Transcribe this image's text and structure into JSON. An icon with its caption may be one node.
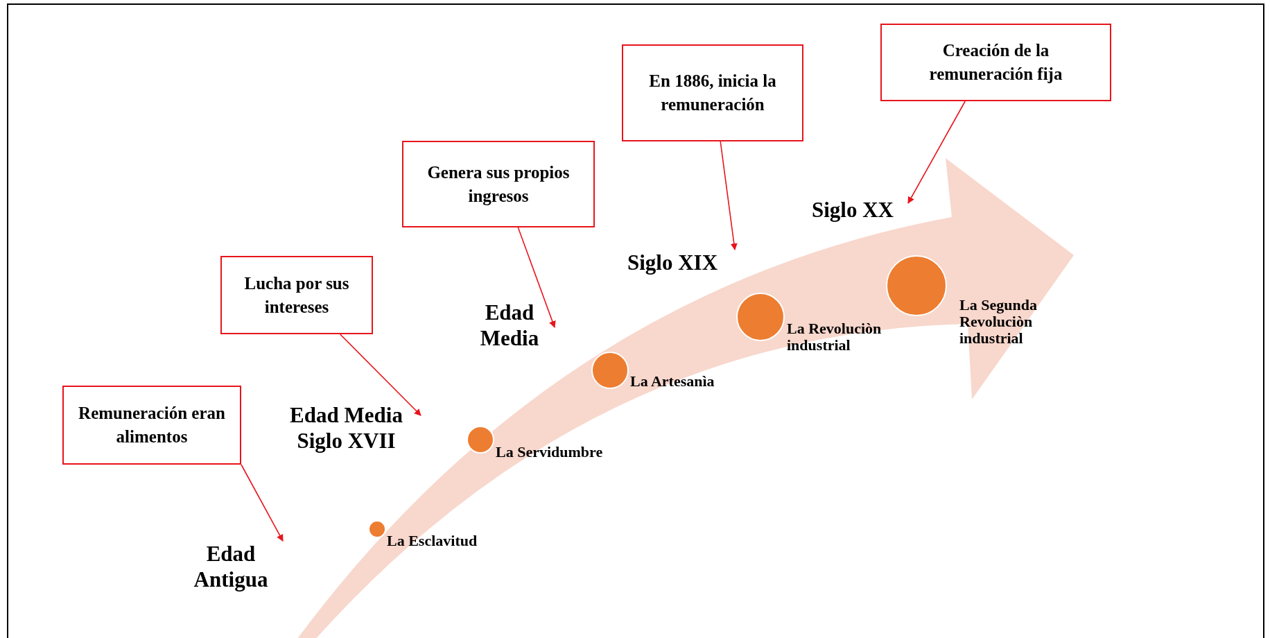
{
  "diagram": {
    "nodes": [
      {
        "text": [
          "Remuneración eran alimentos"
        ]
      },
      {
        "text": [
          "Lucha por sus intereses"
        ]
      },
      {
        "text": [
          "Genera sus propios ingresos"
        ]
      },
      {
        "text": [
          "En 1886, inicia la remuneración"
        ]
      },
      {
        "text": [
          "Creación de la remuneración fija"
        ]
      },
      {
        "text": [
          "Edad Antigua"
        ]
      },
      {
        "text": [
          "Edad Media Siglo XVII"
        ]
      },
      {
        "text": [
          "Edad Media"
        ]
      },
      {
        "text": [
          "Siglo XIX"
        ]
      },
      {
        "text": [
          "Siglo XX"
        ]
      },
      {
        "text": [],
        "shape": "circle",
        "beside": [
          "La Esclavitud"
        ]
      },
      {
        "text": [],
        "shape": "circle",
        "beside": [
          "La Servidumbre"
        ]
      },
      {
        "text": [],
        "shape": "circle",
        "beside": [
          "La Artesanìa"
        ]
      },
      {
        "text": [],
        "shape": "circle",
        "beside": [
          "La Revoluciòn industrial"
        ]
      },
      {
        "text": [],
        "shape": "circle",
        "beside": [
          "La Segunda Revoluciòn industrial"
        ]
      }
    ],
    "edges": [
      {
        "from": 0,
        "to": 5,
        "arrow": "to"
      },
      {
        "from": 1,
        "to": 6,
        "arrow": "to"
      },
      {
        "from": 2,
        "to": 7,
        "arrow": "to"
      },
      {
        "from": 3,
        "to": 8,
        "arrow": "to"
      },
      {
        "from": 4,
        "to": 9,
        "arrow": "to"
      }
    ]
  }
}
